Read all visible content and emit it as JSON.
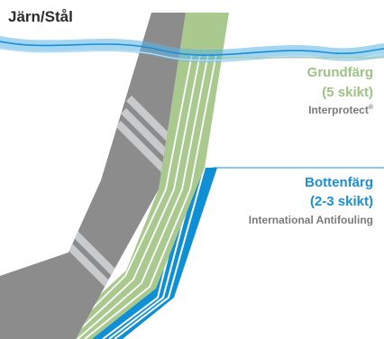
{
  "title": "Järn/Stål",
  "primer": {
    "name": "Grundfärg",
    "coats": "(5 skikt)",
    "product": "Interprotect",
    "product_mark": "®"
  },
  "antifouling": {
    "name": "Bottenfärg",
    "coats": "(2-3 skikt)",
    "product": "International Antifouling"
  },
  "colors": {
    "steel": "#8c8c8d",
    "steel_highlight": "#c9cacb",
    "primer": "#a9c98f",
    "antifouling": "#0f8fd6",
    "water": "#5ab3e6",
    "water_light": "#bfe1f5",
    "label_primer": "#9dc286",
    "label_antifouling": "#1a8fd8",
    "label_product": "#7a7a7a",
    "title": "#2b2b2b"
  }
}
